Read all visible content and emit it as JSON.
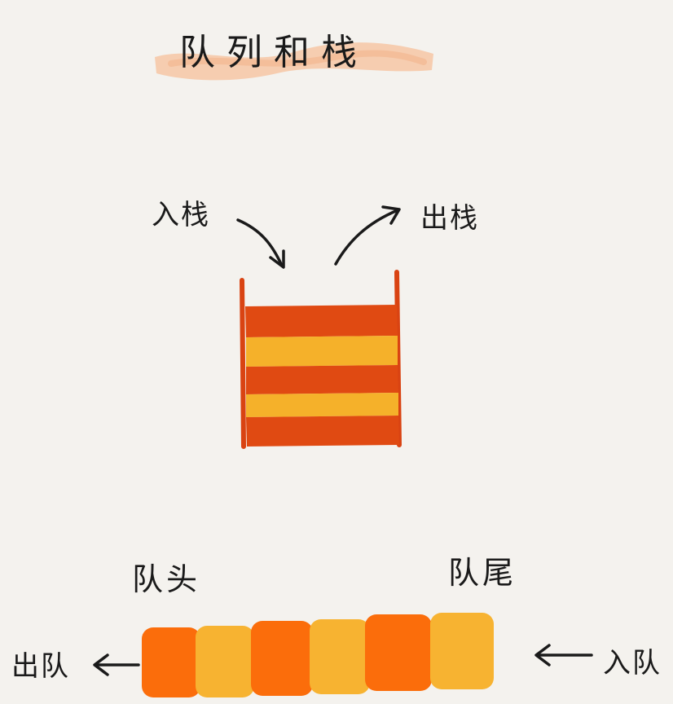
{
  "title": "队列和栈",
  "stack": {
    "push_label": "入栈",
    "pop_label": "出栈",
    "layers": [
      "layer-1",
      "layer-2",
      "layer-3",
      "layer-4",
      "layer-5"
    ]
  },
  "queue": {
    "head_label": "队头",
    "tail_label": "队尾",
    "dequeue_label": "出队",
    "enqueue_label": "入队",
    "cells": [
      "cell-1",
      "cell-2",
      "cell-3",
      "cell-4",
      "cell-5",
      "cell-6"
    ]
  },
  "colors": {
    "background": "#f4f2ee",
    "red_layer": "#e04a12",
    "yellow_layer": "#f5b12a",
    "orange_cell": "#fb6d0b",
    "gold_cell": "#f7b331",
    "highlight": "#f6c7a4",
    "ink": "#1a1a1a"
  }
}
